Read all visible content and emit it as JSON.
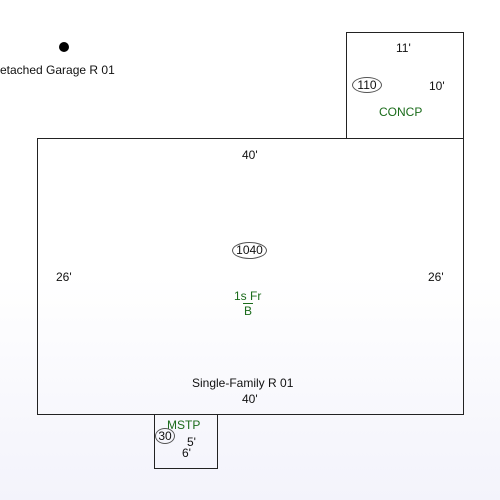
{
  "garage": {
    "label": "etached Garage R 01"
  },
  "concp": {
    "label": "CONCP",
    "area": "110",
    "dim_top": "11'",
    "dim_right": "10'"
  },
  "house": {
    "label": "Single-Family R 01",
    "area": "1040",
    "dim_top": "40'",
    "dim_bottom": "40'",
    "dim_left": "26'",
    "dim_right": "26'",
    "code_top": "1s Fr",
    "code_bottom": "B"
  },
  "mstp": {
    "label": "MSTP",
    "area": "30",
    "dim_right": "5'",
    "dim_bottom": "6'"
  },
  "colors": {
    "line": "#222222",
    "label_green": "#1a6b1a"
  }
}
